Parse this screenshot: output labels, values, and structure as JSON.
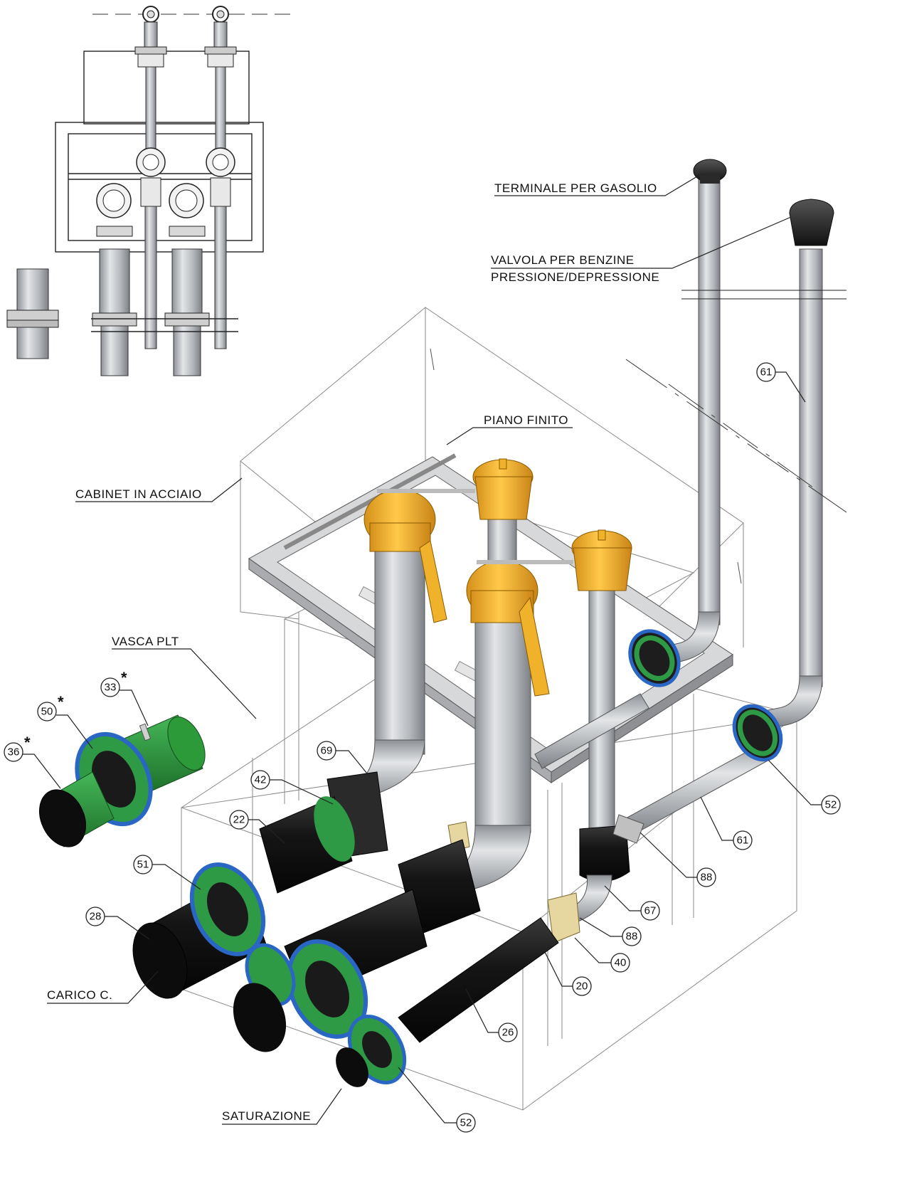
{
  "labels": {
    "terminale": "TERMINALE PER GASOLIO",
    "valvola_1": "VALVOLA PER BENZINE",
    "valvola_2": "PRESSIONE/DEPRESSIONE",
    "piano": "PIANO FINITO",
    "cabinet": "CABINET IN ACCIAIO",
    "vasca": "VASCA PLT",
    "carico": "CARICO C.",
    "saturazione": "SATURAZIONE"
  },
  "callouts": {
    "c61a": "61",
    "c33": "33",
    "c50": "50",
    "c36": "36",
    "c69": "69",
    "c42": "42",
    "c22": "22",
    "c51": "51",
    "c28": "28",
    "c52a": "52",
    "c61b": "61",
    "c88a": "88",
    "c67": "67",
    "c88b": "88",
    "c40": "40",
    "c20": "20",
    "c26": "26",
    "c52b": "52"
  },
  "asterisk": "*",
  "colors": {
    "pipe_gray": "#b9bcc0",
    "fitting_black": "#1e1e1e",
    "flange_green": "#2f9a45",
    "flange_blue": "#2a66c4",
    "cap_yellow": "#f0b22a",
    "tube_green": "#2d9a3a",
    "vent_dark": "#2a2a2a"
  }
}
